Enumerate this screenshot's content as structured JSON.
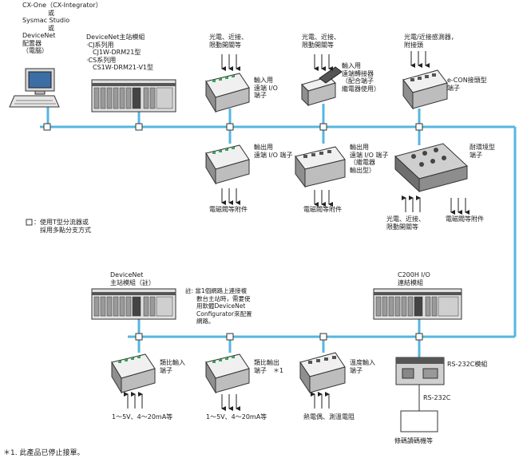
{
  "colors": {
    "bus": "#56b6e0",
    "node": "#ffffff",
    "device_body": "#dcdcdc",
    "device_dark": "#555555",
    "terminal_green": "#38a35a"
  },
  "pc_label": [
    "CX-One（CX-Integrator）",
    "或",
    "Sysmac Studio",
    "或",
    "DeviceNet",
    "配置器",
    "（電腦）"
  ],
  "master_top": [
    "DeviceNet主站模組",
    "‧CJ系列用",
    "　CJ1W-DRM21型",
    "‧CS系列用",
    "　CS1W-DRM21-V1型"
  ],
  "sensor_a": [
    "光電、近接、",
    "限動開關等"
  ],
  "input_remote_io": [
    "輸入用",
    "遠端 I/O",
    "端子"
  ],
  "sensor_b": [
    "光電、近接、",
    "限動開關等"
  ],
  "input_remote_adapter": [
    "輸入用",
    "遠端轉接器",
    "（配合端子",
    "繼電器使用）"
  ],
  "sensor_c": [
    "光電/近接感測器，",
    "附接頭"
  ],
  "econ_terminal": [
    "e-CON接頭型",
    "端子"
  ],
  "output_remote_io": [
    "輸出用",
    "遠端 I/O 端子"
  ],
  "output_remote_io_relay": [
    "輸出用",
    "遠端 I/O 端子",
    "（繼電器",
    "輸出型）"
  ],
  "durable_terminal": [
    "耐環境型",
    "端子"
  ],
  "valve_a": "電磁閥等附件",
  "valve_b": "電磁閥等附件",
  "sensor_d": [
    "光電、近接、",
    "限動開關等"
  ],
  "valve_c": "電磁閥等附件",
  "legend_text": [
    "：使用T型分流器或",
    "採用多點分支方式"
  ],
  "master_bottom": [
    "DeviceNet",
    "主站模組（註）"
  ],
  "master_note": [
    "註: 當1個網路上連接複",
    "數台主站時，需要使",
    "用軟體DeviceNet",
    "Configurator來配置",
    "網路。"
  ],
  "c200h_label": [
    "C200H I/O",
    "連結模組"
  ],
  "analog_input": [
    "類比輸入",
    "端子"
  ],
  "analog_output": [
    "類比輸出",
    "端子　＊1"
  ],
  "temp_input": [
    "溫度輸入",
    "端子"
  ],
  "rs232_module": "RS-232C模組",
  "rs232_line": "RS-232C",
  "range_a": "1～5V、4～20mA等",
  "range_b": "1～5V、4～20mA等",
  "thermo": "熱電偶、測溫電阻",
  "barcode": "條碼讀碼機等",
  "footnote": "＊1. 此產品已停止接單。"
}
